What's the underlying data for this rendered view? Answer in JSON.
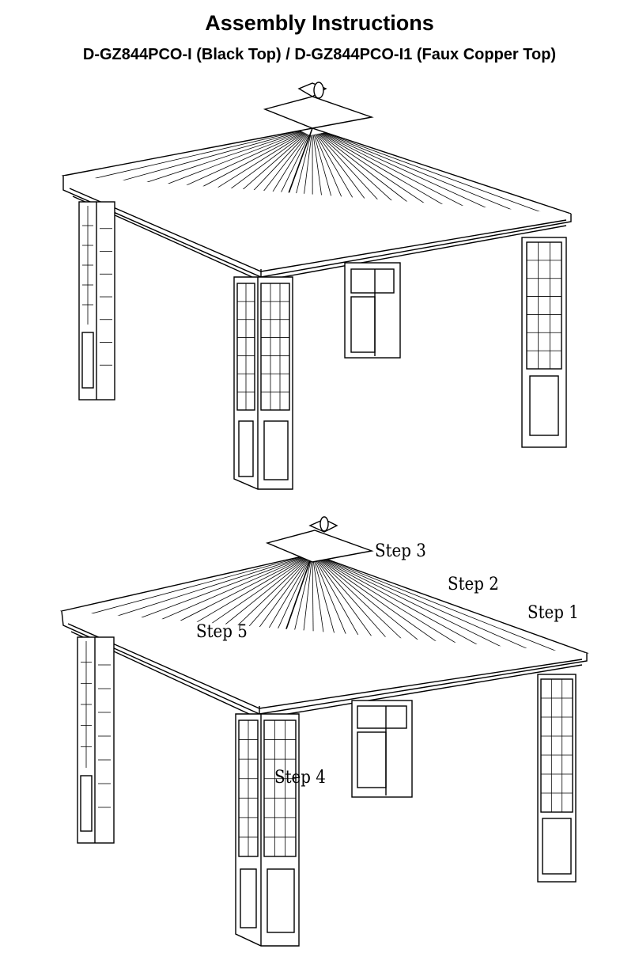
{
  "header": {
    "title": "Assembly Instructions",
    "subtitle": "D-GZ844PCO-I (Black Top) / D-GZ844PCO-I1 (Faux Copper Top)"
  },
  "diagram_top": {
    "icon": "gazebo-illustration"
  },
  "diagram_bottom": {
    "icon": "gazebo-illustration",
    "steps": {
      "step1": "Step 1",
      "step2": "Step 2",
      "step3": "Step 3",
      "step4": "Step 4",
      "step5": "Step 5"
    }
  }
}
